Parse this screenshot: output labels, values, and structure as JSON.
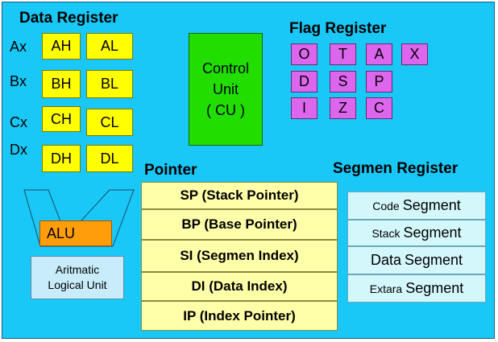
{
  "data_register": {
    "title": "Data Register",
    "rows": [
      {
        "label": "Ax",
        "high": "AH",
        "low": "AL"
      },
      {
        "label": "Bx",
        "high": "BH",
        "low": "BL"
      },
      {
        "label": "Cx",
        "high": "CH",
        "low": "CL"
      },
      {
        "label": "Dx",
        "high": "DH",
        "low": "DL"
      }
    ]
  },
  "control_unit": {
    "line1": "Control",
    "line2": "Unit",
    "line3": "( CU )"
  },
  "flag_register": {
    "title": "Flag Register",
    "flags": [
      "O",
      "T",
      "A",
      "X",
      "D",
      "S",
      "P",
      "I",
      "Z",
      "C"
    ]
  },
  "alu": {
    "label": "ALU",
    "desc_line1": "Aritmatic",
    "desc_line2": "Logical Unit"
  },
  "pointer": {
    "title": "Pointer",
    "items": [
      "SP (Stack Pointer)",
      "BP (Base Pointer)",
      "SI  (Segmen Index)",
      "DI  (Data Index)",
      "IP  (Index Pointer)"
    ]
  },
  "segment_register": {
    "title": "Segmen Register",
    "items": [
      {
        "prefix": "Code",
        "word": "Segment"
      },
      {
        "prefix": "Stack",
        "word": "Segment"
      },
      {
        "prefix": "Data",
        "word": "Segment"
      },
      {
        "prefix": "Extara",
        "word": "Segment"
      }
    ]
  },
  "colors": {
    "background": "#19c8f7",
    "register_yellow": "#ffff00",
    "control_unit_green": "#22dd00",
    "flag_purple": "#dd66ee",
    "pointer_cream": "#ffffaa",
    "segment_light": "#d4f7fc",
    "alu_orange": "#ff9d0b"
  }
}
